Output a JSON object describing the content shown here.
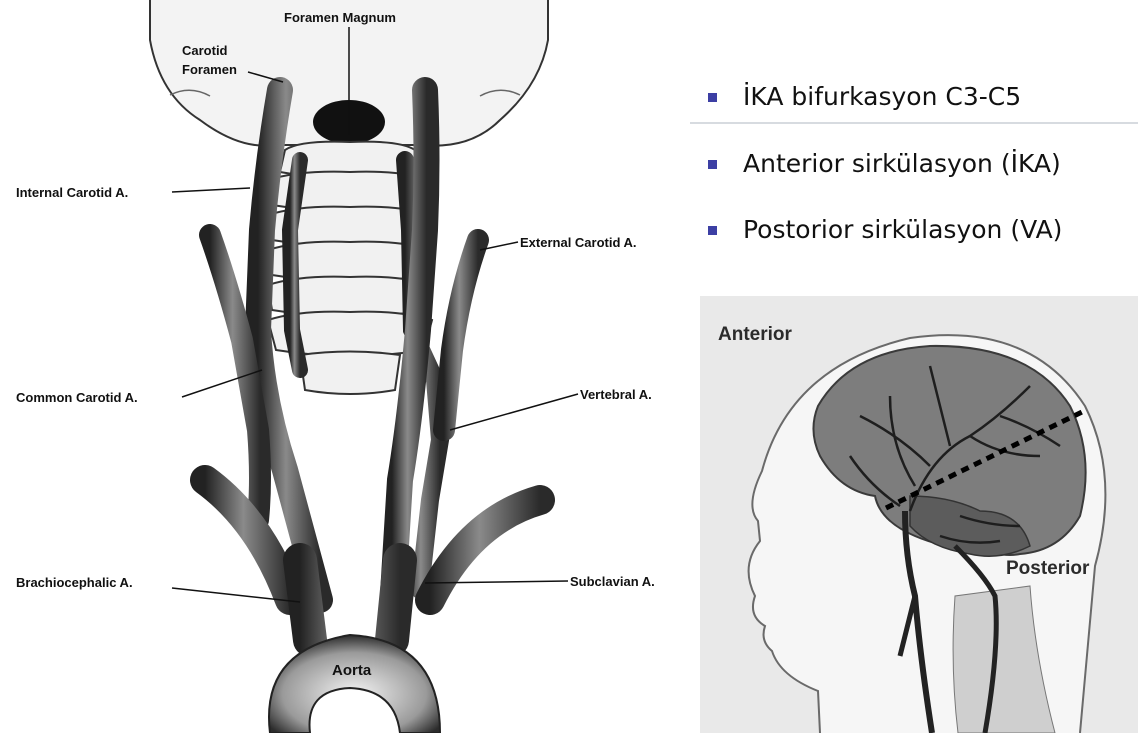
{
  "neck_diagram": {
    "labels": {
      "foramen_magnum": "Foramen Magnum",
      "carotid": "Carotid",
      "foramen": "Foramen",
      "internal_carotid": "Internal Carotid A.",
      "external_carotid": "External Carotid A.",
      "common_carotid": "Common Carotid A.",
      "vertebral": "Vertebral A.",
      "brachiocephalic": "Brachiocephalic A.",
      "subclavian": "Subclavian A.",
      "aorta": "Aorta"
    }
  },
  "bullets": [
    "İKA bifurkasyon  C3-C5",
    "Anterior sirkülasyon (İKA)",
    "Postorior sirkülasyon (VA)"
  ],
  "bullet_color": "#3c3fa4",
  "brain_diagram": {
    "labels": {
      "anterior": "Anterior",
      "posterior": "Posterior"
    }
  }
}
